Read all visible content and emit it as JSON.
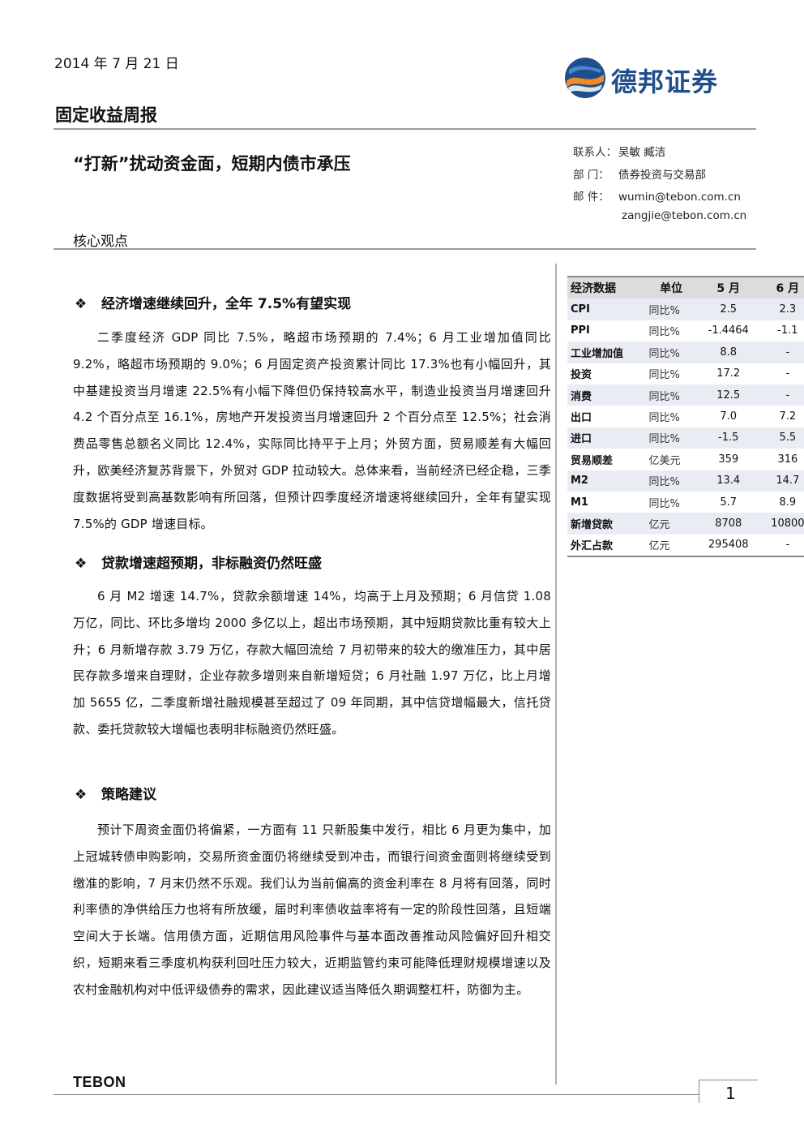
{
  "header": {
    "date": "2014 年 7 月 21 日",
    "report_type": "固定收益周报",
    "brand_name": "德邦证券",
    "brand_colors": {
      "primary": "#1f4e8c",
      "accent": "#f08a24"
    }
  },
  "title": {
    "headline": "“打新”扰动资金面，短期内债市承压",
    "section_label": "核心观点"
  },
  "contacts": [
    {
      "label": "联系人：",
      "value": "吴敏  臧洁"
    },
    {
      "label": "部    门：",
      "value": "债券投资与交易部"
    },
    {
      "label": "邮    件：",
      "value": "wumin@tebon.com.cn"
    },
    {
      "label": "",
      "value": "zangjie@tebon.com.cn"
    }
  ],
  "sections": [
    {
      "bullet": "❖",
      "heading": "经济增速继续回升，全年 7.5%有望实现",
      "body": "二季度经济 GDP 同比 7.5%，略超市场预期的 7.4%；6 月工业增加值同比 9.2%，略超市场预期的 9.0%；6 月固定资产投资累计同比 17.3%也有小幅回升，其中基建投资当月增速 22.5%有小幅下降但仍保持较高水平，制造业投资当月增速回升 4.2 个百分点至 16.1%，房地产开发投资当月增速回升 2 个百分点至 12.5%；社会消费品零售总额名义同比 12.4%，实际同比持平于上月；外贸方面，贸易顺差有大幅回升，欧美经济复苏背景下，外贸对 GDP 拉动较大。总体来看，当前经济已经企稳，三季度数据将受到高基数影响有所回落，但预计四季度经济增速将继续回升，全年有望实现 7.5%的 GDP 增速目标。"
    },
    {
      "bullet": "❖",
      "heading": "贷款增速超预期，非标融资仍然旺盛",
      "body": "6 月 M2 增速 14.7%，贷款余额增速 14%，均高于上月及预期；6 月信贷 1.08 万亿，同比、环比多增均 2000 多亿以上，超出市场预期，其中短期贷款比重有较大上升；6 月新增存款 3.79 万亿，存款大幅回流给 7 月初带来的较大的缴准压力，其中居民存款多增来自理财，企业存款多增则来自新增短贷；6 月社融 1.97 万亿，比上月增加 5655 亿，二季度新增社融规模甚至超过了 09 年同期，其中信贷增幅最大，信托贷款、委托贷款较大增幅也表明非标融资仍然旺盛。"
    },
    {
      "bullet": "❖",
      "heading": "策略建议",
      "body": "预计下周资金面仍将偏紧，一方面有 11 只新股集中发行，相比 6 月更为集中，加上冠城转债申购影响，交易所资金面仍将继续受到冲击，而银行间资金面则将继续受到缴准的影响，7 月末仍然不乐观。我们认为当前偏高的资金利率在 8 月将有回落，同时利率债的净供给压力也将有所放缓，届时利率债收益率将有一定的阶段性回落，且短端空间大于长端。信用债方面，近期信用风险事件与基本面改善推动风险偏好回升相交织，短期来看三季度机构获利回吐压力较大，近期监管约束可能降低理财规模增速以及农村金融机构对中低评级债券的需求，因此建议适当降低久期调整杠杆，防御为主。"
    }
  ],
  "table": {
    "headers": [
      "经济数据",
      "单位",
      "5 月",
      "6 月"
    ],
    "rows": [
      [
        "CPI",
        "同比%",
        "2.5",
        "2.3"
      ],
      [
        "PPI",
        "同比%",
        "-1.4464",
        "-1.1"
      ],
      [
        "工业增加值",
        "同比%",
        "8.8",
        "-"
      ],
      [
        "投资",
        "同比%",
        "17.2",
        "-"
      ],
      [
        "消费",
        "同比%",
        "12.5",
        "-"
      ],
      [
        "出口",
        "同比%",
        "7.0",
        "7.2"
      ],
      [
        "进口",
        "同比%",
        "-1.5",
        "5.5"
      ],
      [
        "贸易顺差",
        "亿美元",
        "359",
        "316"
      ],
      [
        "M2",
        "同比%",
        "13.4",
        "14.7"
      ],
      [
        "M1",
        "同比%",
        "5.7",
        "8.9"
      ],
      [
        "新增贷款",
        "亿元",
        "8708",
        "10800"
      ],
      [
        "外汇占款",
        "亿元",
        "295408",
        "-"
      ]
    ]
  },
  "footer": {
    "brand": "TEBON",
    "page_number": "1"
  }
}
